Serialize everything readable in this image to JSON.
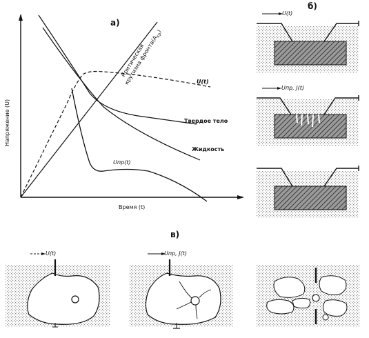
{
  "panels": {
    "a": "а)",
    "b": "б)",
    "c": "в)"
  },
  "chart_a": {
    "ylabel": "Напряжение (U)",
    "xlabel": "Время (t)",
    "curves": {
      "ut": "U(t)",
      "critical_line_1": "Критическая",
      "critical_line_2": "крутизна фронта(A",
      "critical_line_sub": "кр",
      "critical_line_end": ")",
      "solid": "Твердое тело",
      "liquid": "Жидкость",
      "unp": "Uпр(t)"
    }
  },
  "panel_b": {
    "label_top": "U(t)",
    "label_mid": "Uпр, J(t)"
  },
  "panel_c": {
    "label_left": "U(t)",
    "label_mid": "Uпр, J(t)"
  },
  "colors": {
    "ink": "#111111",
    "stipple": "#cfcfcf",
    "hatch": "#222222"
  }
}
